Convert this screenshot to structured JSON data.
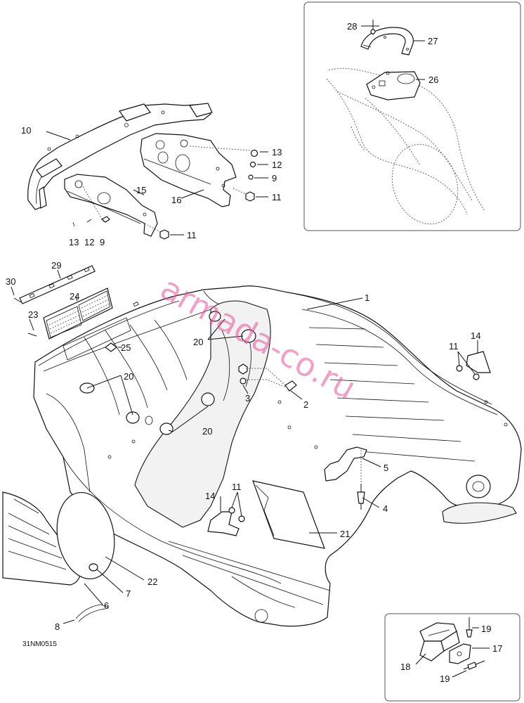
{
  "diagram_code": "31NM0515",
  "watermark": "armada-co.ru",
  "callouts": [
    {
      "id": "c1",
      "label": "1"
    },
    {
      "id": "c2",
      "label": "2"
    },
    {
      "id": "c3",
      "label": "3"
    },
    {
      "id": "c4",
      "label": "4"
    },
    {
      "id": "c5",
      "label": "5"
    },
    {
      "id": "c6",
      "label": "6"
    },
    {
      "id": "c7",
      "label": "7"
    },
    {
      "id": "c8",
      "label": "8"
    },
    {
      "id": "c9a",
      "label": "9"
    },
    {
      "id": "c9b",
      "label": "9"
    },
    {
      "id": "c10",
      "label": "10"
    },
    {
      "id": "c11a",
      "label": "11"
    },
    {
      "id": "c11b",
      "label": "11"
    },
    {
      "id": "c11c",
      "label": "11"
    },
    {
      "id": "c11d",
      "label": "11"
    },
    {
      "id": "c12a",
      "label": "12"
    },
    {
      "id": "c12b",
      "label": "12"
    },
    {
      "id": "c13a",
      "label": "13"
    },
    {
      "id": "c13b",
      "label": "13"
    },
    {
      "id": "c14a",
      "label": "14"
    },
    {
      "id": "c14b",
      "label": "14"
    },
    {
      "id": "c15",
      "label": "15"
    },
    {
      "id": "c16",
      "label": "16"
    },
    {
      "id": "c17",
      "label": "17"
    },
    {
      "id": "c18",
      "label": "18"
    },
    {
      "id": "c19a",
      "label": "19"
    },
    {
      "id": "c19b",
      "label": "19"
    },
    {
      "id": "c20a",
      "label": "20"
    },
    {
      "id": "c20b",
      "label": "20"
    },
    {
      "id": "c20c",
      "label": "20"
    },
    {
      "id": "c21",
      "label": "21"
    },
    {
      "id": "c22",
      "label": "22"
    },
    {
      "id": "c23",
      "label": "23"
    },
    {
      "id": "c24",
      "label": "24"
    },
    {
      "id": "c25",
      "label": "25"
    },
    {
      "id": "c26",
      "label": "26"
    },
    {
      "id": "c27",
      "label": "27"
    },
    {
      "id": "c28",
      "label": "28"
    },
    {
      "id": "c29",
      "label": "29"
    },
    {
      "id": "c30",
      "label": "30"
    }
  ]
}
